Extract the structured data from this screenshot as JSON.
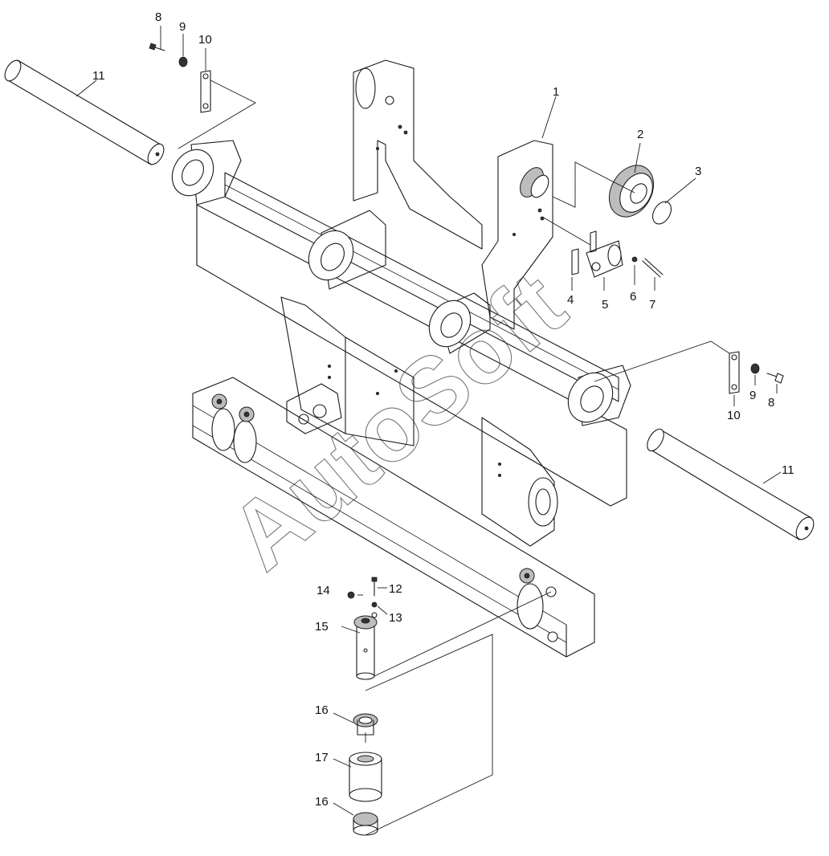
{
  "watermark": "AutoSoft",
  "callouts": [
    {
      "id": "c1",
      "text": "1"
    },
    {
      "id": "c2",
      "text": "2"
    },
    {
      "id": "c3",
      "text": "3"
    },
    {
      "id": "c4",
      "text": "4"
    },
    {
      "id": "c5",
      "text": "5"
    },
    {
      "id": "c6",
      "text": "6"
    },
    {
      "id": "c7",
      "text": "7"
    },
    {
      "id": "c8a",
      "text": "8"
    },
    {
      "id": "c9a",
      "text": "9"
    },
    {
      "id": "c10a",
      "text": "10"
    },
    {
      "id": "c11a",
      "text": "11"
    },
    {
      "id": "c8b",
      "text": "8"
    },
    {
      "id": "c9b",
      "text": "9"
    },
    {
      "id": "c10b",
      "text": "10"
    },
    {
      "id": "c11b",
      "text": "11"
    },
    {
      "id": "c12",
      "text": "12"
    },
    {
      "id": "c13",
      "text": "13"
    },
    {
      "id": "c14",
      "text": "14"
    },
    {
      "id": "c15",
      "text": "15"
    },
    {
      "id": "c16a",
      "text": "16"
    },
    {
      "id": "c17",
      "text": "17"
    },
    {
      "id": "c16b",
      "text": "16"
    }
  ]
}
